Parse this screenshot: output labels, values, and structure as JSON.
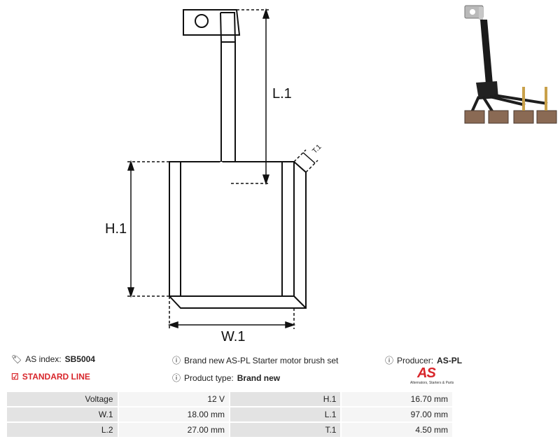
{
  "drawing": {
    "labels": {
      "l1": "L.1",
      "h1": "H.1",
      "w1": "W.1",
      "t1": "T.1"
    }
  },
  "info": {
    "as_index_label": "AS index:",
    "as_index_value": "SB5004",
    "line_label": "STANDARD LINE",
    "description": "Brand new AS-PL Starter motor brush set",
    "product_type_label": "Product type:",
    "product_type_value": "Brand new",
    "producer_label": "Producer:",
    "producer_value": "AS-PL"
  },
  "logo": {
    "text": "AS",
    "tagline": "Alternators, Starters & Parts"
  },
  "specs": [
    {
      "k1": "Voltage",
      "v1": "12 V",
      "k2": "H.1",
      "v2": "16.70 mm"
    },
    {
      "k1": "W.1",
      "v1": "18.00 mm",
      "k2": "L.1",
      "v2": "97.00 mm"
    },
    {
      "k1": "L.2",
      "v1": "27.00 mm",
      "k2": "T.1",
      "v2": "4.50 mm"
    }
  ],
  "colors": {
    "accent": "#d8262b",
    "key_cell": "#e3e3e3",
    "value_cell": "#f5f5f5"
  },
  "icons": [
    "tags-icon",
    "check-square-icon",
    "info-circle-icon"
  ]
}
